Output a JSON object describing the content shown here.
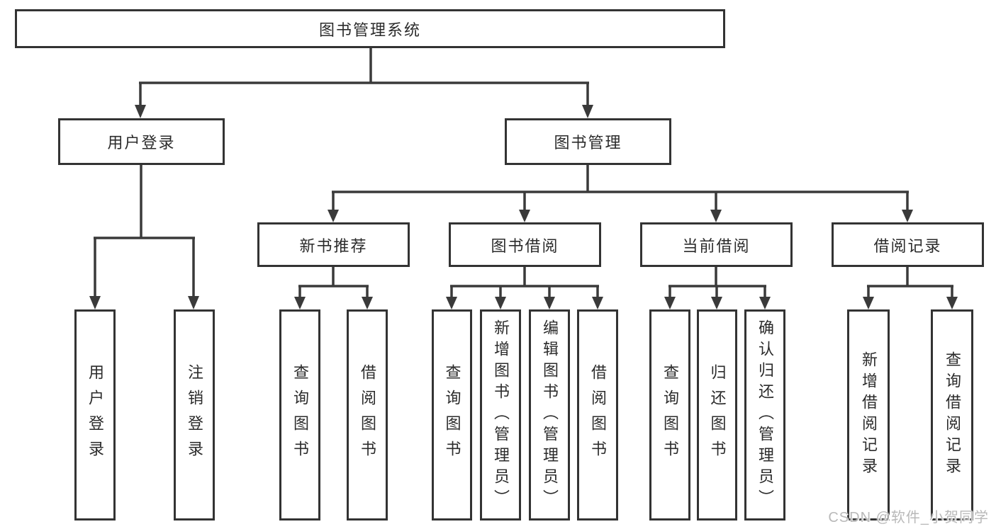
{
  "diagram": {
    "title": "图书管理系统",
    "root": {
      "label": "图书管理系统"
    },
    "level2": [
      {
        "id": "user-login",
        "label": "用户登录"
      },
      {
        "id": "book-management",
        "label": "图书管理"
      }
    ],
    "level3": [
      {
        "id": "new-book-recommendation",
        "parent": "图书管理",
        "label": "新书推荐"
      },
      {
        "id": "book-borrowing",
        "parent": "图书管理",
        "label": "图书借阅"
      },
      {
        "id": "current-borrowing",
        "parent": "图书管理",
        "label": "当前借阅"
      },
      {
        "id": "borrowing-records",
        "parent": "图书管理",
        "label": "借阅记录"
      }
    ],
    "level4": [
      {
        "parent": "用户登录",
        "label": "用户登录"
      },
      {
        "parent": "用户登录",
        "label": "注销登录"
      },
      {
        "parent": "新书推荐",
        "label": "查询图书"
      },
      {
        "parent": "新书推荐",
        "label": "借阅图书"
      },
      {
        "parent": "图书借阅",
        "label": "查询图书"
      },
      {
        "parent": "图书借阅",
        "label": "新增图书（管理员）"
      },
      {
        "parent": "图书借阅",
        "label": "编辑图书（管理员）"
      },
      {
        "parent": "图书借阅",
        "label": "借阅图书"
      },
      {
        "parent": "当前借阅",
        "label": "查询图书"
      },
      {
        "parent": "当前借阅",
        "label": "归还图书"
      },
      {
        "parent": "当前借阅",
        "label": "确认归还（管理员）"
      },
      {
        "parent": "借阅记录",
        "label": "新增借阅记录"
      },
      {
        "parent": "借阅记录",
        "label": "查询借阅记录"
      }
    ]
  },
  "watermark": {
    "text": "CSDN @软件_小贺同学"
  },
  "colors": {
    "line": "#3a3a3a",
    "box_border": "#333333",
    "text": "#2b2b2b",
    "watermark": "#b9b9b9",
    "background": "#ffffff"
  }
}
